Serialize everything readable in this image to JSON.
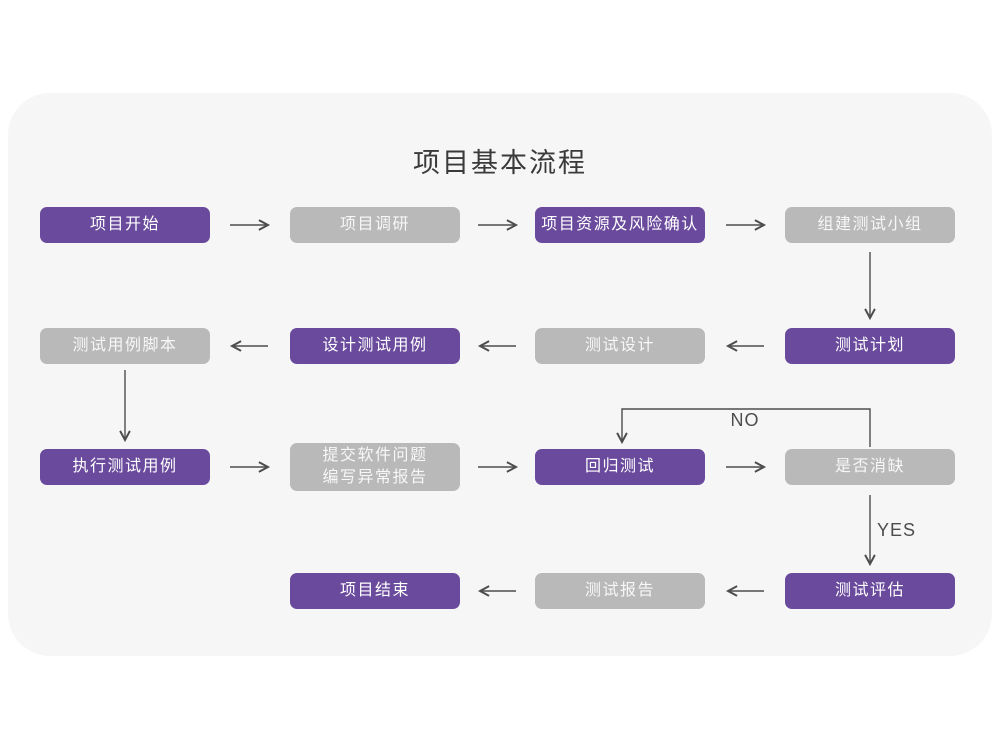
{
  "title": "项目基本流程",
  "colors": {
    "purple": "#6a4a9c",
    "gray": "#b9b9b9",
    "card_bg": "#f6f6f6",
    "arrow": "#4d4d4d",
    "title_text": "#3a3a3a"
  },
  "edge_labels": {
    "no": "NO",
    "yes": "YES"
  },
  "nodes": [
    {
      "id": "project-start",
      "label": "项目开始",
      "variant": "purple"
    },
    {
      "id": "project-research",
      "label": "项目调研",
      "variant": "gray"
    },
    {
      "id": "project-resources-risk",
      "label": "项目资源及风险确认",
      "variant": "purple"
    },
    {
      "id": "build-test-team",
      "label": "组建测试小组",
      "variant": "gray"
    },
    {
      "id": "test-plan",
      "label": "测试计划",
      "variant": "purple"
    },
    {
      "id": "test-design",
      "label": "测试设计",
      "variant": "gray"
    },
    {
      "id": "design-test-cases",
      "label": "设计测试用例",
      "variant": "purple"
    },
    {
      "id": "test-case-script",
      "label": "测试用例脚本",
      "variant": "gray"
    },
    {
      "id": "execute-test-cases",
      "label": "执行测试用例",
      "variant": "purple"
    },
    {
      "id": "submit-issue-report",
      "label": "提交软件问题\n编写异常报告",
      "variant": "gray"
    },
    {
      "id": "regression-test",
      "label": "回归测试",
      "variant": "purple"
    },
    {
      "id": "defect-cleared",
      "label": "是否消缺",
      "variant": "gray"
    },
    {
      "id": "test-evaluation",
      "label": "测试评估",
      "variant": "purple"
    },
    {
      "id": "test-report",
      "label": "测试报告",
      "variant": "gray"
    },
    {
      "id": "project-end",
      "label": "项目结束",
      "variant": "purple"
    }
  ]
}
